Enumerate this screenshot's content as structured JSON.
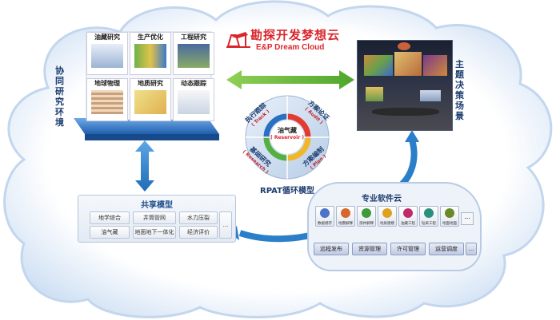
{
  "header": {
    "title": "勘探开发梦想云",
    "subtitle": "E&P Dream Cloud"
  },
  "left_panel": {
    "side_label_chars": [
      "协",
      "同",
      "研",
      "究",
      "环",
      "境"
    ],
    "tiles": [
      {
        "label": "油藏研究"
      },
      {
        "label": "生产优化"
      },
      {
        "label": "工程研究"
      },
      {
        "label": "地球物理"
      },
      {
        "label": "地质研究"
      },
      {
        "label": "动态跟踪"
      }
    ]
  },
  "right_panel": {
    "side_label_chars": [
      "主",
      "题",
      "决",
      "策",
      "场",
      "景"
    ]
  },
  "rpat": {
    "center_top": "油气藏",
    "center_bottom": "( Reservoir )",
    "quadrants": [
      {
        "label": "执行跟踪",
        "sub": "( Track )"
      },
      {
        "label": "方案论证",
        "sub": "( Audit )"
      },
      {
        "label": "基础研究",
        "sub": "( Research )"
      },
      {
        "label": "方案编制",
        "sub": "( Plan )"
      }
    ],
    "caption": "RPAT循环模型"
  },
  "shared_model": {
    "title": "共享模型",
    "cells": [
      "地学综合",
      "井筒管网",
      "水力压裂",
      "油气藏",
      "地面地下一体化",
      "经济评价"
    ],
    "more": "..."
  },
  "software_cloud": {
    "title": "专业软件云",
    "icons": [
      {
        "label": "数据储存",
        "icon": "database-icon",
        "color": "#4a73c9"
      },
      {
        "label": "地震解释",
        "icon": "seismic-icon",
        "color": "#d8662a"
      },
      {
        "label": "测井解释",
        "icon": "well-log-icon",
        "color": "#3e9a3a"
      },
      {
        "label": "地质建模",
        "icon": "geomodel-icon",
        "color": "#e0a020"
      },
      {
        "label": "油藏工程",
        "icon": "reservoir-icon",
        "color": "#c02a6a"
      },
      {
        "label": "钻采工程",
        "icon": "drilling-icon",
        "color": "#2a8f7f"
      },
      {
        "label": "地面地面",
        "icon": "surface-icon",
        "color": "#6a8a2a"
      }
    ],
    "more": "...",
    "ops": [
      "远程发布",
      "资源管理",
      "许可管理",
      "运营调度"
    ],
    "ops_more": "..."
  },
  "colors": {
    "cloud_fill": "#ffffff",
    "cloud_edge": "#bcd2ec",
    "arrow_blue": "#2a7fc8",
    "arrow_green": "#6bbf3a",
    "title_red": "#d9262d"
  }
}
